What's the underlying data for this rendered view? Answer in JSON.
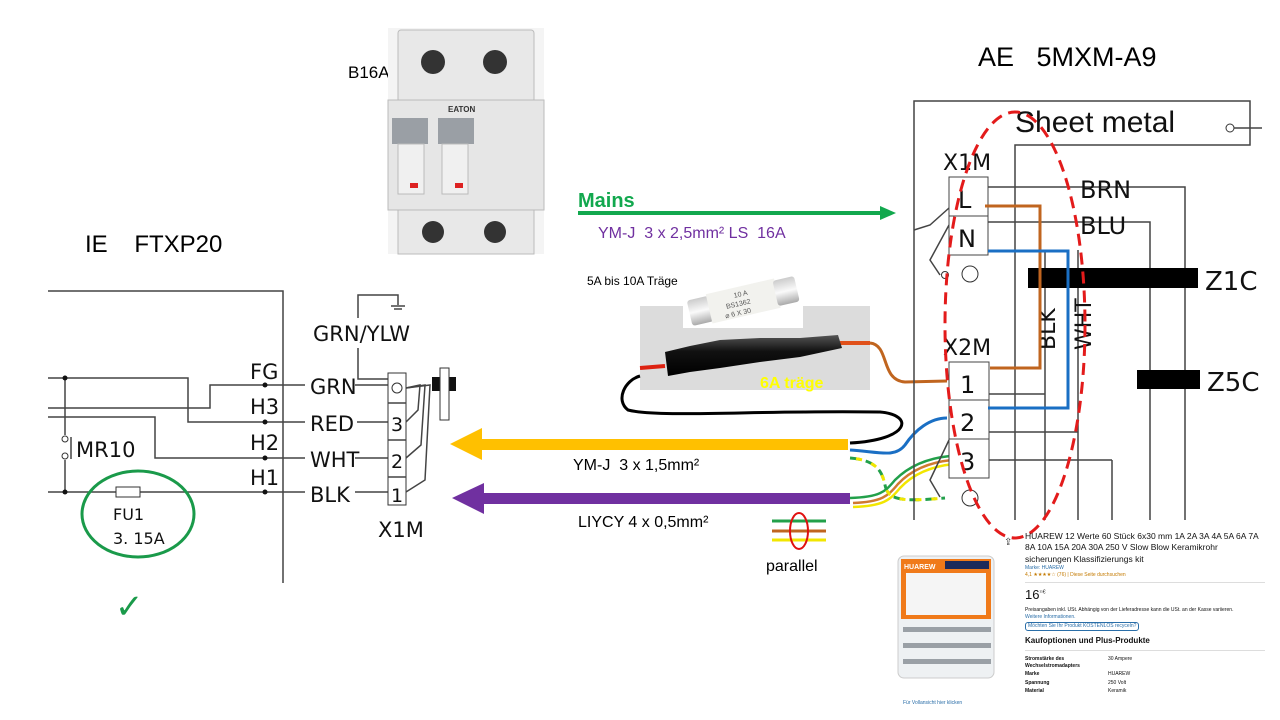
{
  "labels": {
    "breaker": "B16A",
    "outdoor_unit": "AE   5MXM-A9",
    "indoor_unit": "IE    FTXP20",
    "mains": "Mains",
    "mains_cable": "YM-J  3 x 2,5mm² LS  16A",
    "fuse_range": "5A bis 10A Träge",
    "fuse_holder": "6A träge",
    "fuse_print": [
      "10 A",
      "BS1362",
      "⌀ 6 X 30"
    ],
    "power_cable": "YM-J  3 x 1,5mm²",
    "signal_cable": "LIYCY 4 x 0,5mm²",
    "parallel": "parallel",
    "breaker_print": "EATON"
  },
  "indoor": {
    "ground_label": "GRN/YLW",
    "rows": [
      {
        "h": "FG",
        "wire": "GRN",
        "term": "⏚"
      },
      {
        "h": "H3",
        "wire": "RED",
        "term": "3"
      },
      {
        "h": "H2",
        "wire": "WHT",
        "term": "2"
      },
      {
        "h": "H1",
        "wire": "BLK",
        "term": "1"
      }
    ],
    "terminal": "X1M",
    "switch": "MR10",
    "fuse_name": "FU1",
    "fuse_rating": "3. 15A",
    "check": "✓"
  },
  "outdoor": {
    "sheet_metal": "Sheet metal",
    "x1m": "X1M",
    "x1m_terms": [
      "L",
      "N"
    ],
    "brn": "BRN",
    "blu": "BLU",
    "z1c": "Z1C",
    "z5c": "Z5C",
    "blk": "BLK",
    "wht": "WHT",
    "x2m": "X2M",
    "x2m_terms": [
      "1",
      "2",
      "3"
    ]
  },
  "product": {
    "title": "HUAREW 12 Werte 60 Stück 6x30 mm 1A 2A 3A 4A 5A 6A 7A 8A 10A 15A 20A 30A 250 V Slow Blow Keramikrohr sicherungen Klassifizierungs kit",
    "brand_link": "Marke: HUAREW",
    "rating": "4,1 ★★★★☆ (76)  |  Diese Seite durchsuchen",
    "price": "16",
    "price_cents": "¹¹€",
    "tax_note": "Preisangaben inkl. USt. Abhängig von der Lieferadresse kann die USt. an der Kasse variieren.",
    "more_info": "Weitere Informationen.",
    "recycle": "Möchten Sie Ihr Produkt KOSTENLOS recyceln?",
    "options_heading": "Kaufoptionen und Plus-Produkte",
    "specs": [
      {
        "k": "Stromstärke des Wechselstromadapters",
        "v": "30 Ampere"
      },
      {
        "k": "Marke",
        "v": "HUAREW"
      },
      {
        "k": "Spannung",
        "v": "250 Volt"
      },
      {
        "k": "Material",
        "v": "Keramik"
      }
    ],
    "full_view": "Für Vollansicht hier klicken",
    "box_brand": "HUAREW"
  },
  "colors": {
    "mains_green": "#12a84e",
    "mains_cable_purple": "#7030a0",
    "power_arrow": "#ffc000",
    "signal_arrow": "#7030a0",
    "fuse_label": "#ffff00",
    "check_ellipse": "#1a9a4a",
    "dashed_ellipse": "#e31b1b",
    "brown_wire": "#c0651f",
    "blue_wire": "#1a6fc4"
  }
}
